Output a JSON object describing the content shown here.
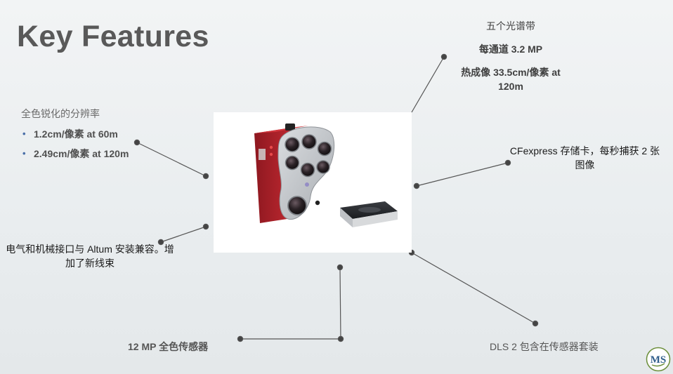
{
  "slide": {
    "title": "Key Features"
  },
  "features": {
    "spectral": {
      "line1": "五个光谱带",
      "line2": "每通道 3.2 MP",
      "line3": "热成像 33.5cm/像素 at",
      "line4": "120m"
    },
    "panchromatic": {
      "heading": "全色锐化的分辨率",
      "items": [
        "1.2cm/像素 at 60m",
        "2.49cm/像素 at 120m"
      ]
    },
    "storage": {
      "text": "CFexpress 存储卡，每秒捕获 2 张图像"
    },
    "interface": {
      "text": "电气和机械接口与 Altum 安装兼容。增加了新线束"
    },
    "pan_sensor": {
      "text": "12 MP  全色传感器"
    },
    "dls": {
      "text": "DLS 2 包含在传感器套装"
    }
  },
  "logo": {
    "text": "MS",
    "colors": {
      "ring": "#6b8e3a",
      "letters": "#2f5d8a"
    }
  },
  "colors": {
    "background": "#eceff1",
    "title": "#595959",
    "line": "#555555",
    "camera_body": "#b22028",
    "camera_face": "#c9ccd0",
    "bullet": "#4a6fa8"
  }
}
